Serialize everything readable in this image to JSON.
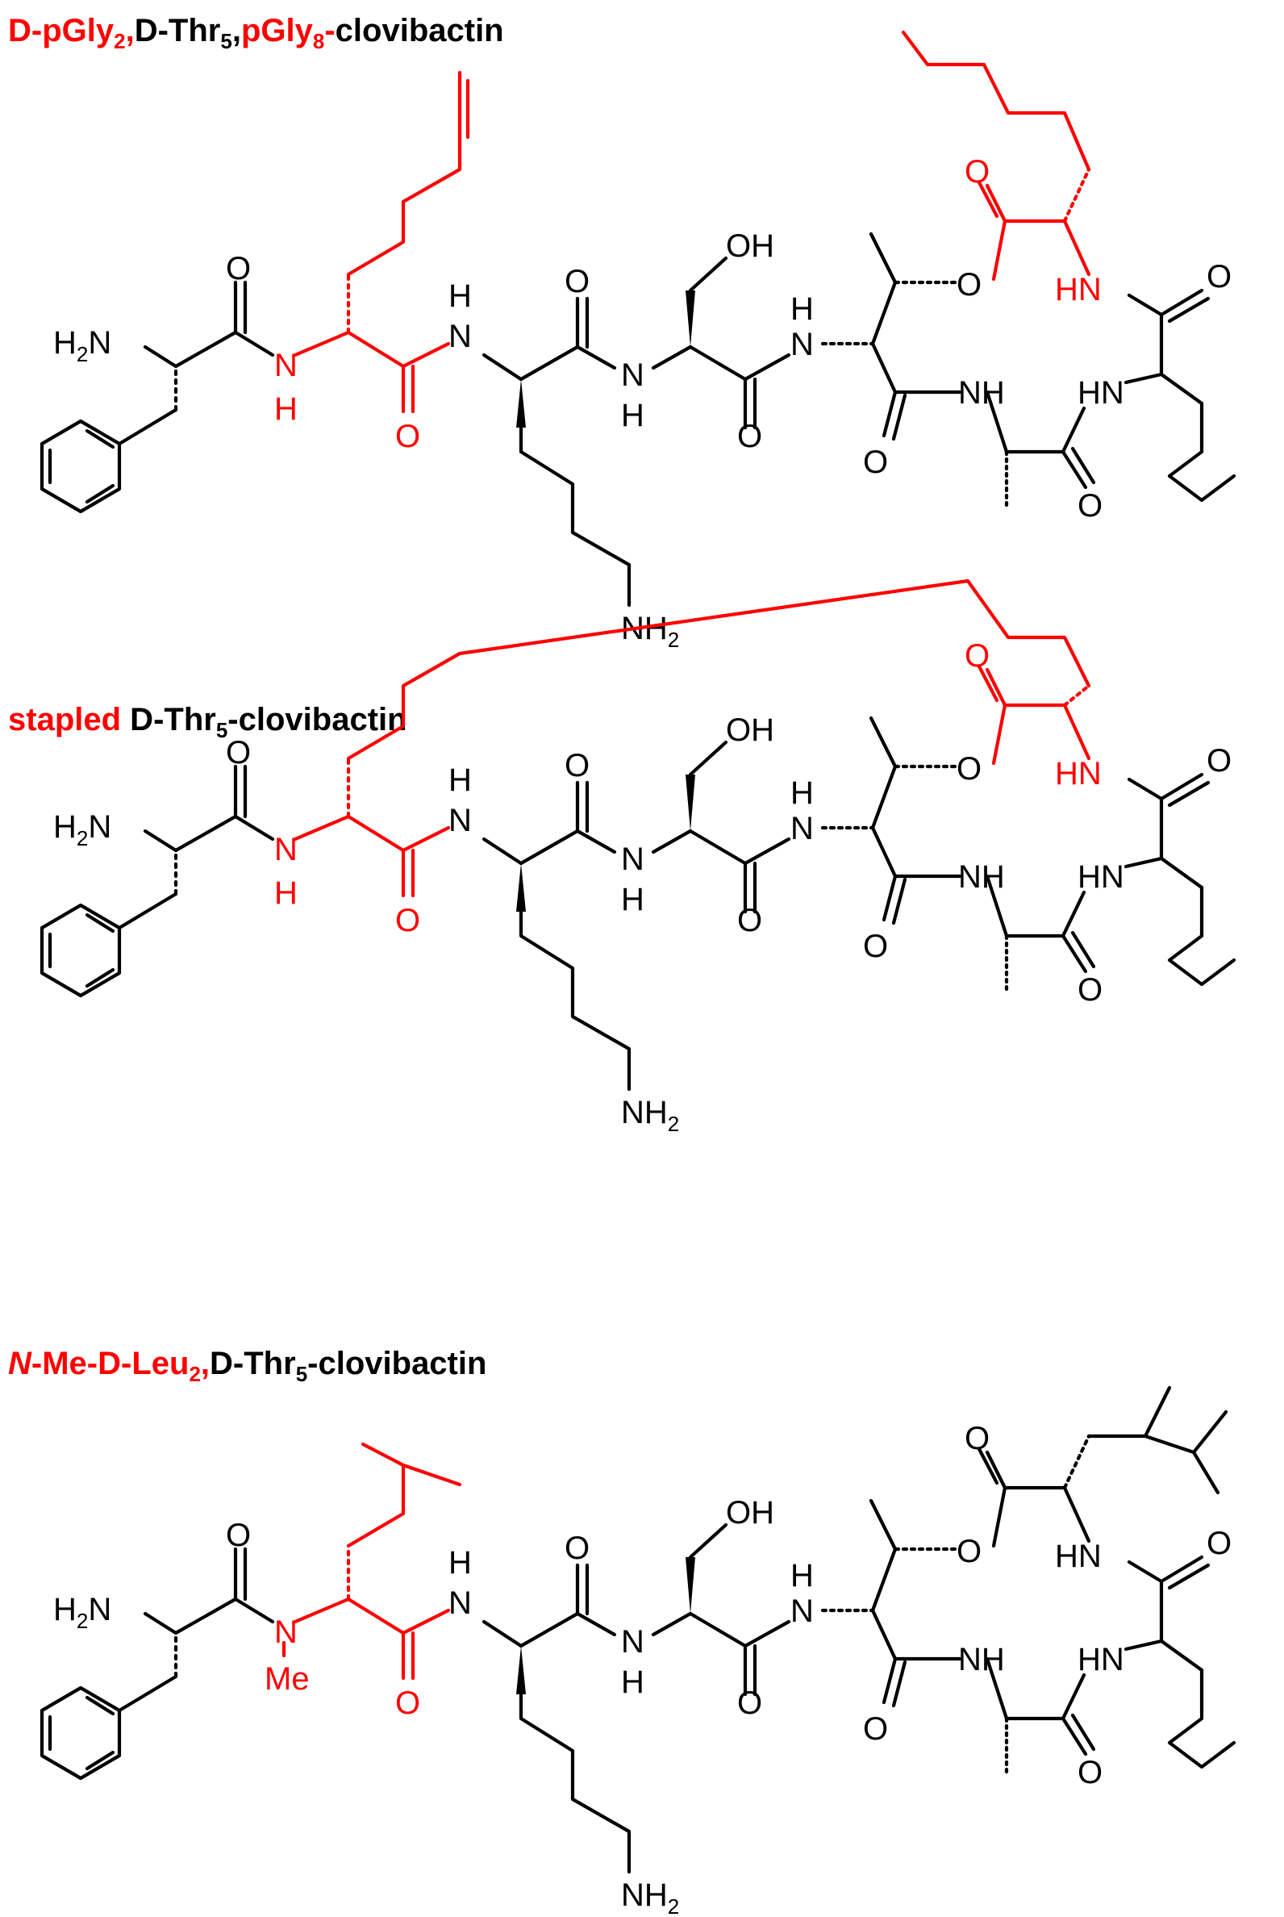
{
  "compounds": [
    {
      "title": {
        "p1": "D",
        "p2": "-pGly",
        "p3": "2",
        "p4": ",",
        "p5": "D",
        "p6": "-Thr",
        "p7": "5",
        "p8": ",",
        "p9": "pGly",
        "p10": "8",
        "p11": "-",
        "p12": "clovibactin"
      }
    },
    {
      "title": {
        "p1": "stapled",
        "p2": " ",
        "p3": "D",
        "p4": "-Thr",
        "p5": "5",
        "p6": "-clovibactin"
      }
    },
    {
      "title": {
        "p1": "N",
        "p2": "-Me-",
        "p3": "D",
        "p4": "-Leu",
        "p5": "2",
        "p6": ",",
        "p7": "D",
        "p8": "-Thr",
        "p9": "5",
        "p10": "-clovibactin"
      }
    }
  ],
  "atoms": {
    "h2n": "H",
    "h2n_sub": "2",
    "h2n_n": "N",
    "o": "O",
    "oh": "OH",
    "n": "N",
    "h": "H",
    "nh": "NH",
    "hn": "HN",
    "nh2_n": "NH",
    "nh2_sub": "2",
    "me": "Me"
  },
  "colors": {
    "highlight": "#ff0000",
    "base": "#000000"
  }
}
